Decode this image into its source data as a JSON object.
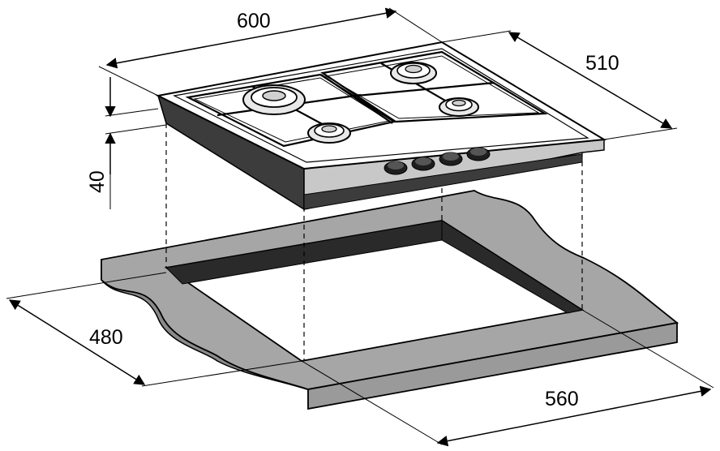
{
  "dimensions": {
    "hob_width": "600",
    "hob_depth": "510",
    "hob_height": "40",
    "cutout_width": "560",
    "cutout_depth": "480"
  },
  "colors": {
    "hob_top": "#ffffff",
    "hob_side_dark": "#3c3c3c",
    "hob_side_mid": "#c8c8c8",
    "countertop": "#a6a6a6",
    "countertop_edge": "#888888",
    "cutout_inner": "#2a2a2a",
    "knob": "#1e1e1e"
  },
  "icons": [
    "burner-icon",
    "knob-icon"
  ],
  "counts": {
    "burners": 4,
    "knobs": 4
  }
}
